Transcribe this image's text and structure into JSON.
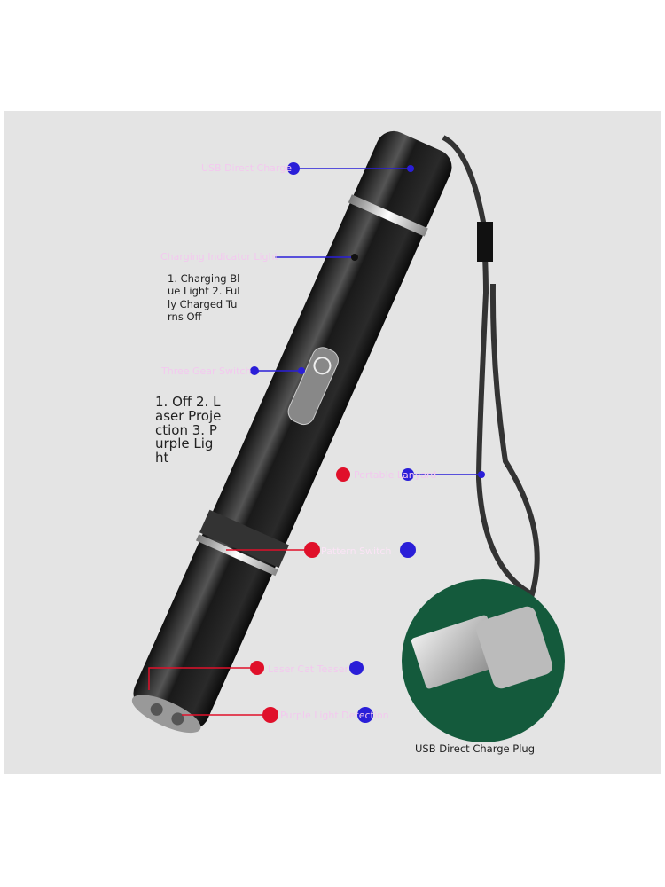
{
  "labels": {
    "usb_direct_charge": "USB Direct Charge",
    "charging_indicator": "Charging Indicator Light",
    "charging_note": [
      "1. Charging Bl",
      "ue Light 2. Ful",
      "ly Charged Tu",
      "rns Off"
    ],
    "three_gear_switch": "Three Gear Switch",
    "switch_note": [
      "1. Off 2. L",
      "aser Proje",
      "ction 3. P",
      "urple Lig",
      "ht"
    ],
    "portable_lanyard": "Portable Lanyard",
    "pattern_switch": "Pattern Switch",
    "laser_cat_teaser": "Laser Cat Teaser",
    "purple_light_detection": "Purple Light Detection",
    "usb_plug_caption": "USB Direct Charge Plug"
  },
  "colors": {
    "background": "#e4e4e4",
    "blue_marker": "#2a1ed8",
    "red_marker": "#e0102a",
    "inset_green": "#145a3c",
    "label_pink": "#f3c9ef"
  }
}
